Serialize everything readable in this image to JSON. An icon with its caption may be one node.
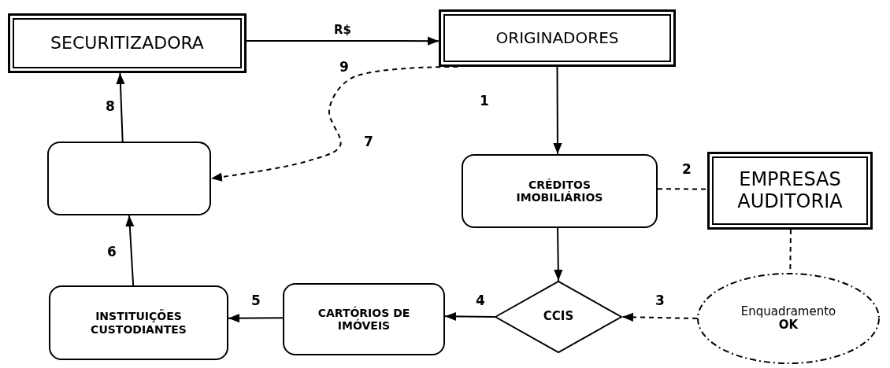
{
  "diagram": {
    "nodes": [
      {
        "text": [
          "SECURITIZADORA"
        ]
      },
      {
        "text": [
          "ORIGINADORES"
        ]
      },
      {
        "text": [],
        "shape": "box"
      },
      {
        "text": [
          "CRÉDITOS IMOBILIÁRIOS"
        ]
      },
      {
        "text": [
          "EMPRESAS AUDITORIA"
        ]
      },
      {
        "text": [
          "CCIS"
        ]
      },
      {
        "text": [
          "INSTITUIÇÕES CUSTODIANTES"
        ]
      },
      {
        "text": [
          "CARTÓRIOS DE IMÓVEIS"
        ]
      },
      {
        "text": [
          "Enquadramento **OK**"
        ]
      }
    ],
    "edges": [
      {
        "from": 0,
        "to": 1,
        "arrow": "to",
        "label": "R$"
      },
      {
        "from": 1,
        "to": 3,
        "arrow": "to"
      },
      {
        "from": 3,
        "to": 4,
        "arrow": "none",
        "style": "dashed"
      },
      {
        "from": 1,
        "to": 2,
        "arrow": "to",
        "style": "dashed"
      },
      {
        "from": 2,
        "to": 0,
        "arrow": "to"
      },
      {
        "from": 6,
        "to": 2,
        "arrow": "to"
      },
      {
        "from": 7,
        "to": 6,
        "arrow": "to"
      },
      {
        "from": 5,
        "to": 7,
        "arrow": "to"
      },
      {
        "from": 3,
        "to": 5,
        "arrow": "to"
      },
      {
        "from": 4,
        "to": 8,
        "arrow": "none",
        "style": "dashed"
      },
      {
        "from": 8,
        "to": 5,
        "arrow": "to",
        "style": "dashed"
      }
    ],
    "labels": [
      "9",
      "1",
      "8",
      "7",
      "2",
      "6",
      "5",
      "4",
      "3"
    ]
  }
}
